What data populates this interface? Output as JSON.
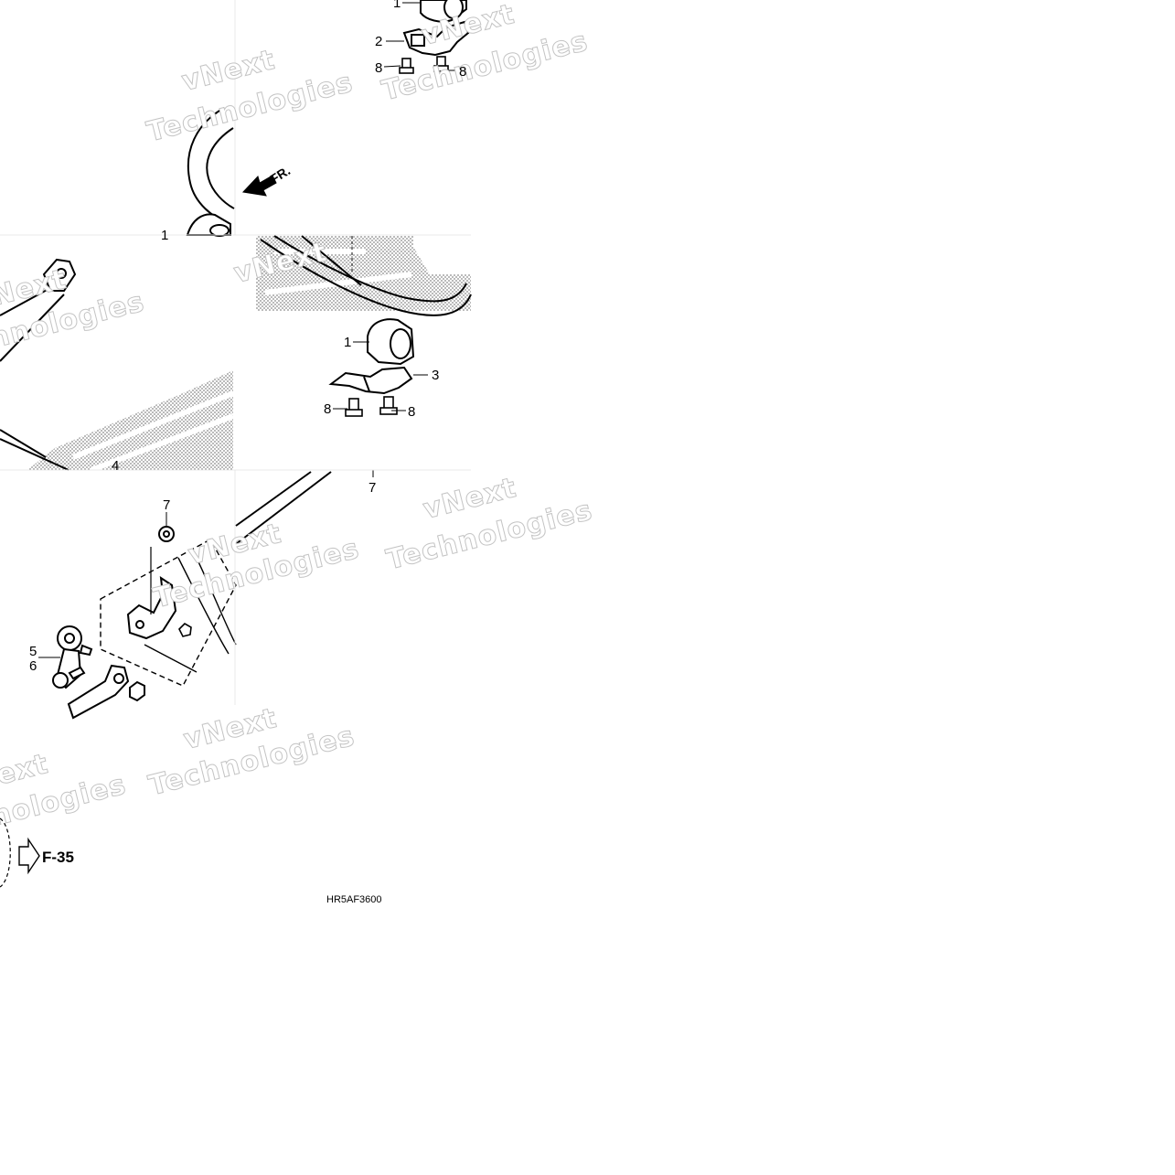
{
  "diagram": {
    "callouts": [
      "1",
      "2",
      "8",
      "8",
      "1",
      "1",
      "3",
      "8",
      "8",
      "4",
      "7",
      "7",
      "5",
      "6"
    ],
    "direction_label": "FR.",
    "reference_label": "F-35",
    "figure_code": "HR5AF3600",
    "watermark_text": [
      "vNext",
      "Technologies"
    ],
    "icons": [
      "direction-arrow-icon",
      "reference-arrow-icon"
    ]
  }
}
